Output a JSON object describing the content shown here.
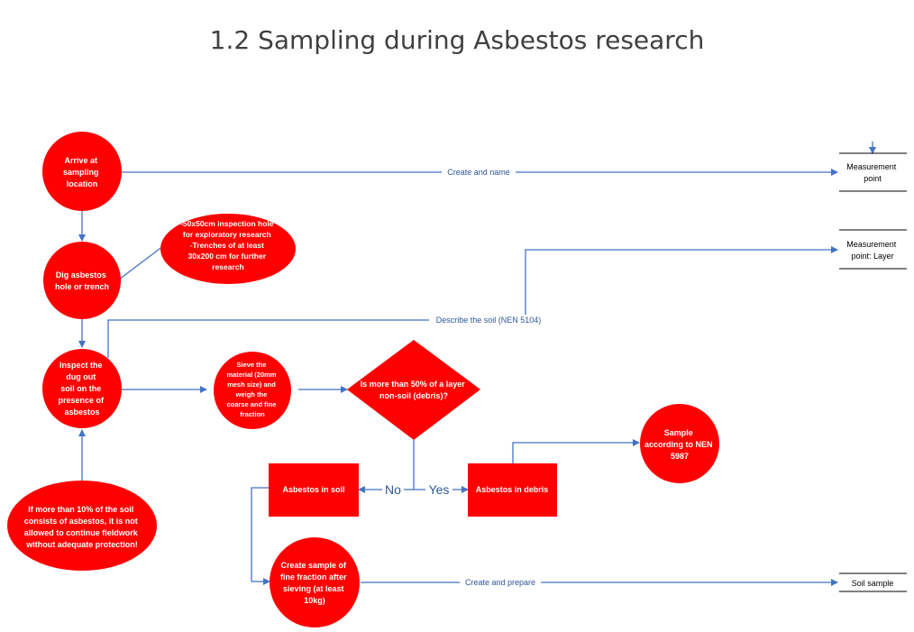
{
  "title": "1.2 Sampling during Asbestos research",
  "colors": {
    "node_fill": "#ff0000",
    "connector": "#4472c4",
    "label_text": "#2f5597"
  },
  "nodes": {
    "arrive": [
      "Arrive at",
      "sampling",
      "location"
    ],
    "dig": [
      "Dig asbestos",
      "hole or trench"
    ],
    "inspection_note": [
      "-50x50cm inspection hole",
      "for exploratory research",
      "-Trenches of at least",
      "30x200 cm for further",
      "research"
    ],
    "inspect": [
      "Inspect the",
      "dug out",
      "soil on the",
      "presence of",
      "asbestos"
    ],
    "warning": [
      "If more than 10% of the soil",
      "consists of asbestos, it is not",
      "allowed to continue fieldwork",
      "without adequate protection!"
    ],
    "sieve": [
      "Sieve the",
      "material (20mm",
      "mesh size) and",
      "weigh the",
      "coarse and fine",
      "fraction"
    ],
    "decision": [
      "Is more than 50% of a layer",
      "non-soil (debris)?"
    ],
    "asbestos_soil": "Asbestos in soil",
    "asbestos_debris": "Asbestos in debris",
    "nen5987": [
      "Sample",
      "according to NEN",
      "5987"
    ],
    "fine_sample": [
      "Create sample of",
      "fine fraction after",
      "sieving (at least",
      "10kg)"
    ]
  },
  "stores": {
    "measurement_point": [
      "Measurement",
      "point"
    ],
    "measurement_layer": [
      "Measurement",
      "point: Layer"
    ],
    "soil_sample": "Soil sample"
  },
  "edges": {
    "create_name": "Create and name",
    "describe_soil": "Describe the soil  (NEN 5104)",
    "no": "No",
    "yes": "Yes",
    "create_prepare": "Create and prepare"
  }
}
